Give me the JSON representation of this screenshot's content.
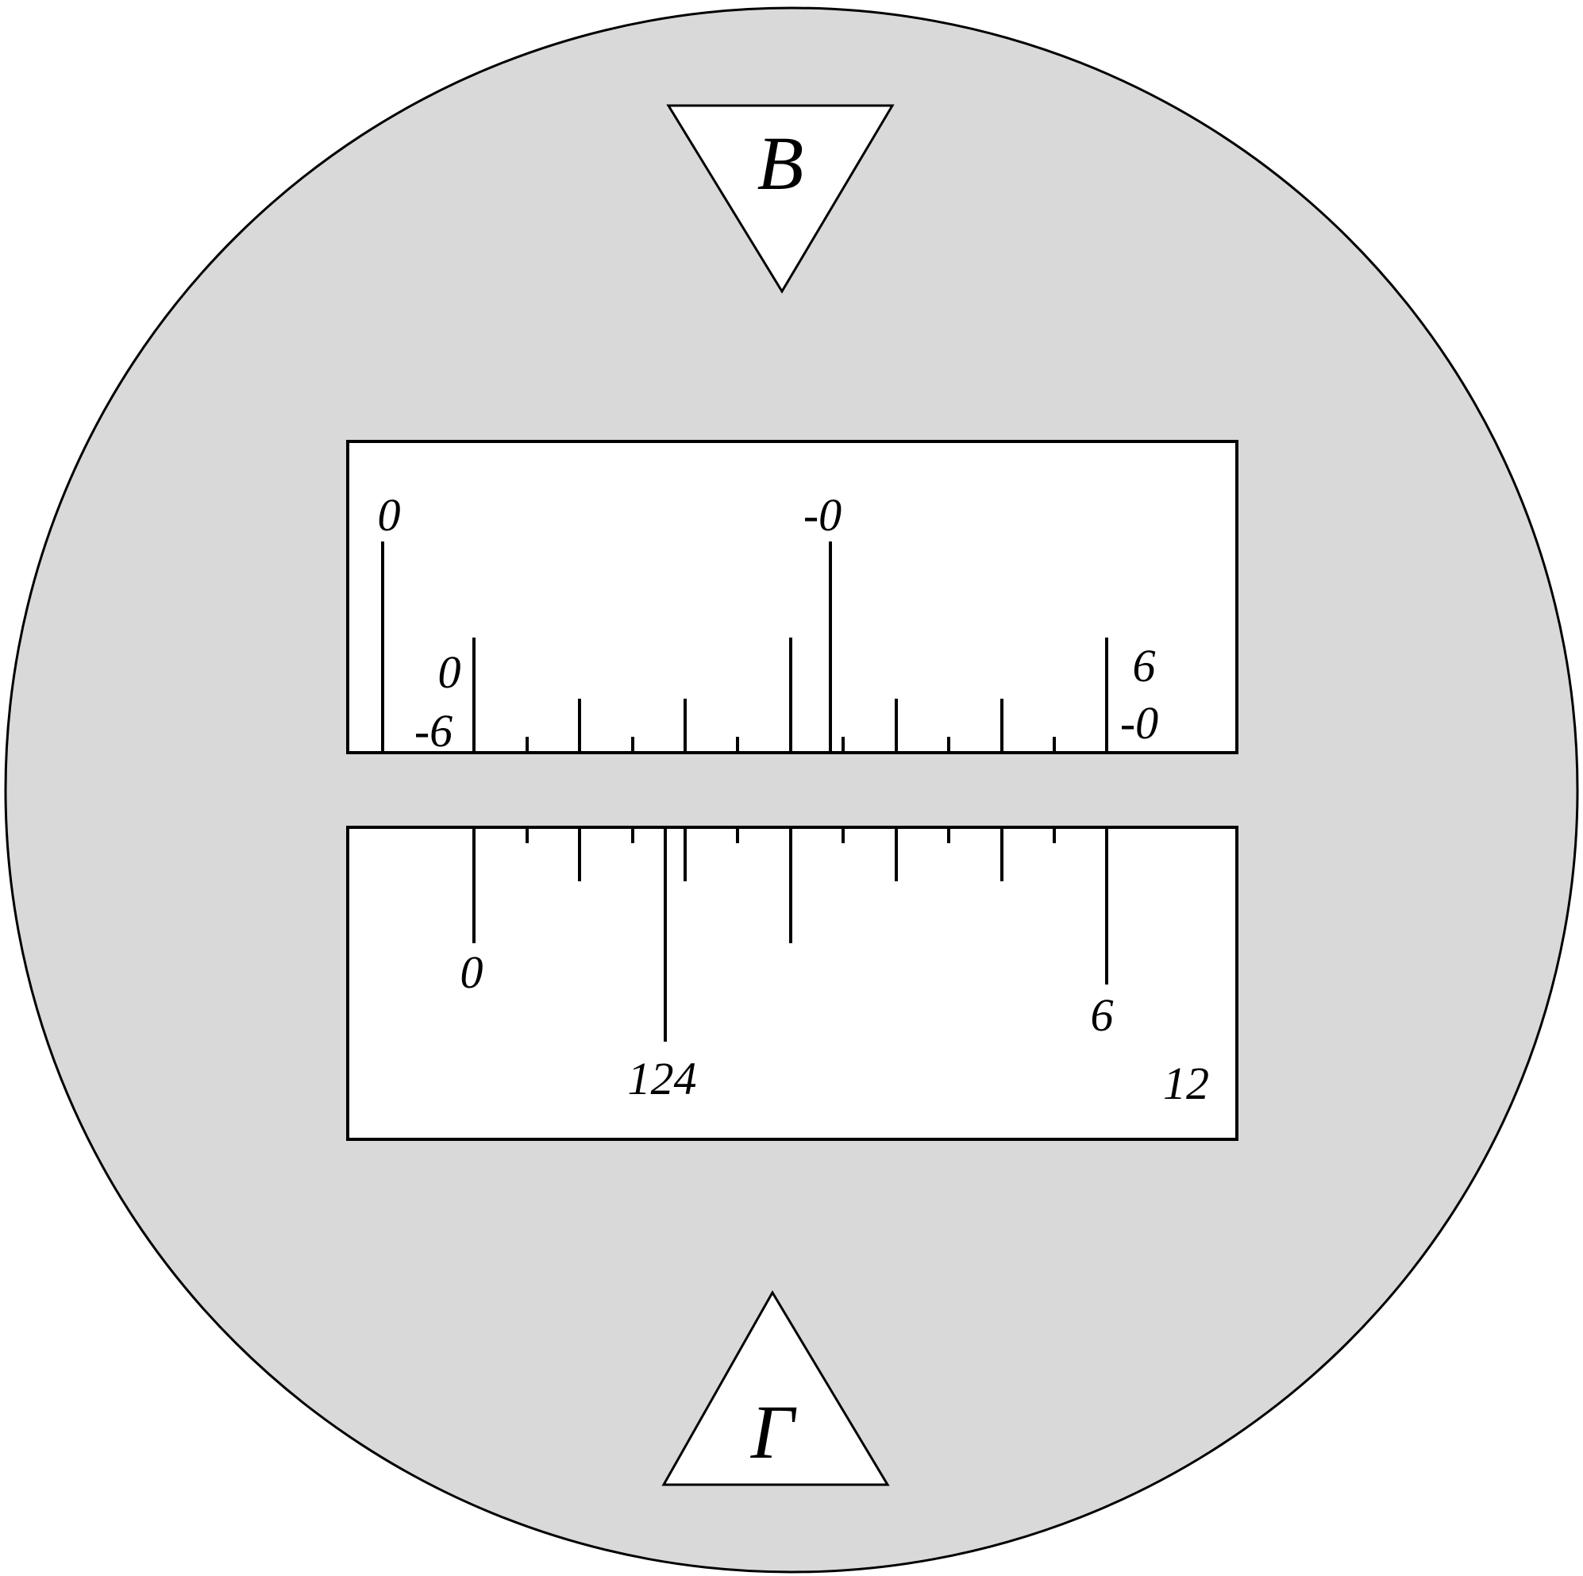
{
  "colors": {
    "field": "#d9d9d9",
    "window": "#ffffff",
    "ink": "#000000"
  },
  "markers": {
    "top": "B",
    "bottom": "Γ"
  },
  "upper_scale": {
    "labels": {
      "zero_left": "0",
      "minus_zero_center": "-0",
      "zero_mid": "0",
      "minus_six": "-6",
      "six": "6",
      "minus_zero_right": "-0"
    }
  },
  "lower_scale": {
    "labels": {
      "zero": "0",
      "six": "6",
      "one_twenty_four": "124",
      "twelve": "12"
    }
  }
}
